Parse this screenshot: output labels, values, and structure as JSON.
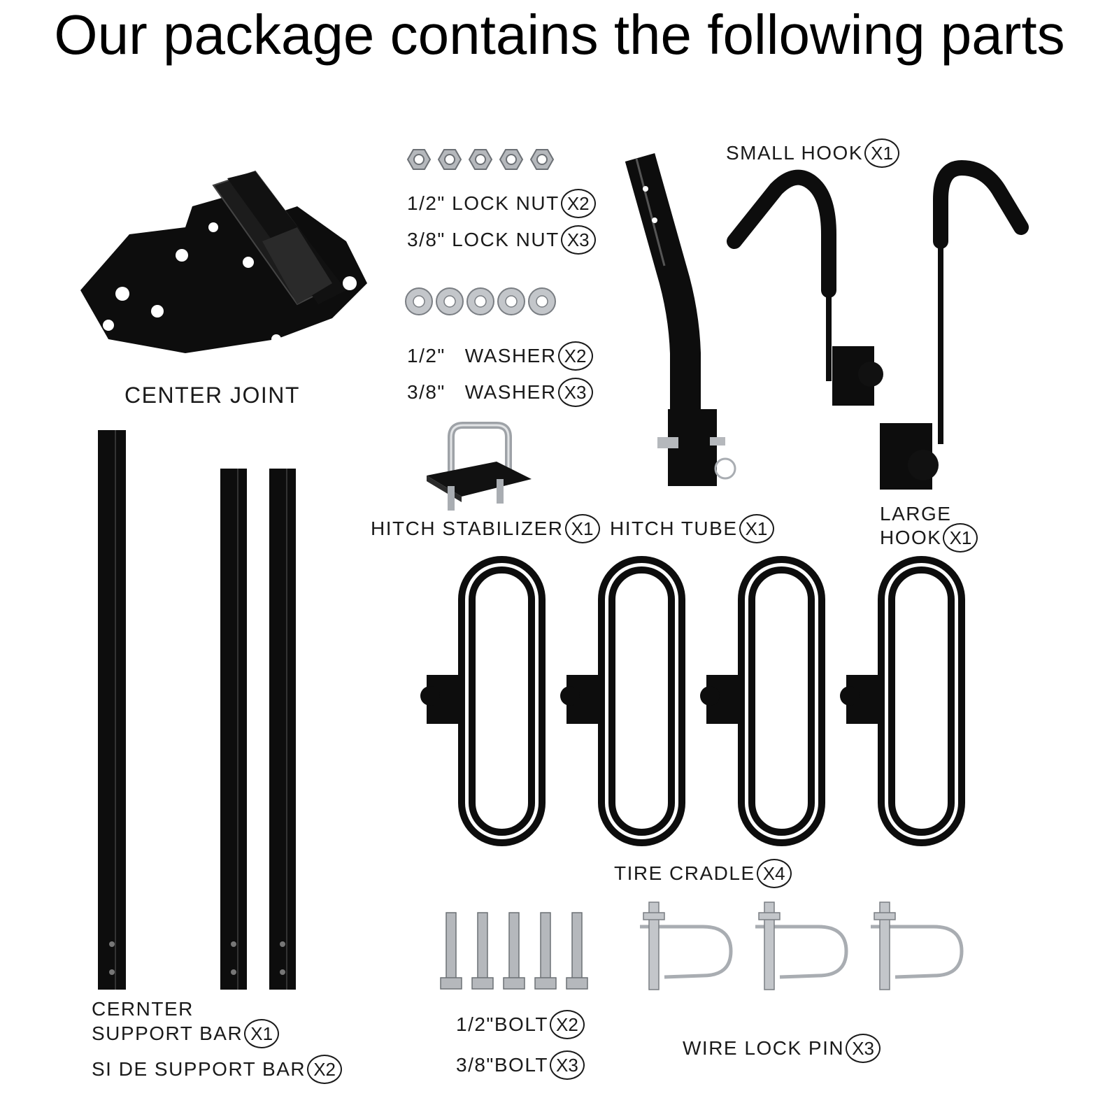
{
  "title": "Our package contains the following parts",
  "colors": {
    "part_black": "#0d0d0d",
    "metal_gray": "#a9adb2",
    "text": "#1a1a1a"
  },
  "parts": {
    "center_joint": {
      "name": "CENTER JOINT"
    },
    "lock_nut": [
      {
        "size": "1/2\" LOCK NUT",
        "qty": "X2"
      },
      {
        "size": "3/8\" LOCK NUT",
        "qty": "X3"
      }
    ],
    "washer": [
      {
        "size": "1/2\"   WASHER",
        "qty": "X2"
      },
      {
        "size": "3/8\"   WASHER",
        "qty": "X3"
      }
    ],
    "hitch_stabilizer": {
      "name": "HITCH STABILIZER",
      "qty": "X1"
    },
    "hitch_tube": {
      "name": "HITCH TUBE",
      "qty": "X1"
    },
    "small_hook": {
      "name": "SMALL HOOK",
      "qty": "X1"
    },
    "large_hook": {
      "name_line1": "LARGE",
      "name_line2": "HOOK",
      "qty": "X1"
    },
    "tire_cradle": {
      "name": "TIRE CRADLE",
      "qty": "X4"
    },
    "support_bar": [
      {
        "name_line1": "CERNTER",
        "name_line2": "SUPPORT BAR",
        "qty": "X1"
      },
      {
        "name": "SI DE SUPPORT BAR",
        "qty": "X2"
      }
    ],
    "bolt": [
      {
        "size": "1/2\"BOLT",
        "qty": "X2"
      },
      {
        "size": "3/8\"BOLT",
        "qty": "X3"
      }
    ],
    "wire_lock_pin": {
      "name": "WIRE LOCK PIN",
      "qty": "X3"
    }
  }
}
